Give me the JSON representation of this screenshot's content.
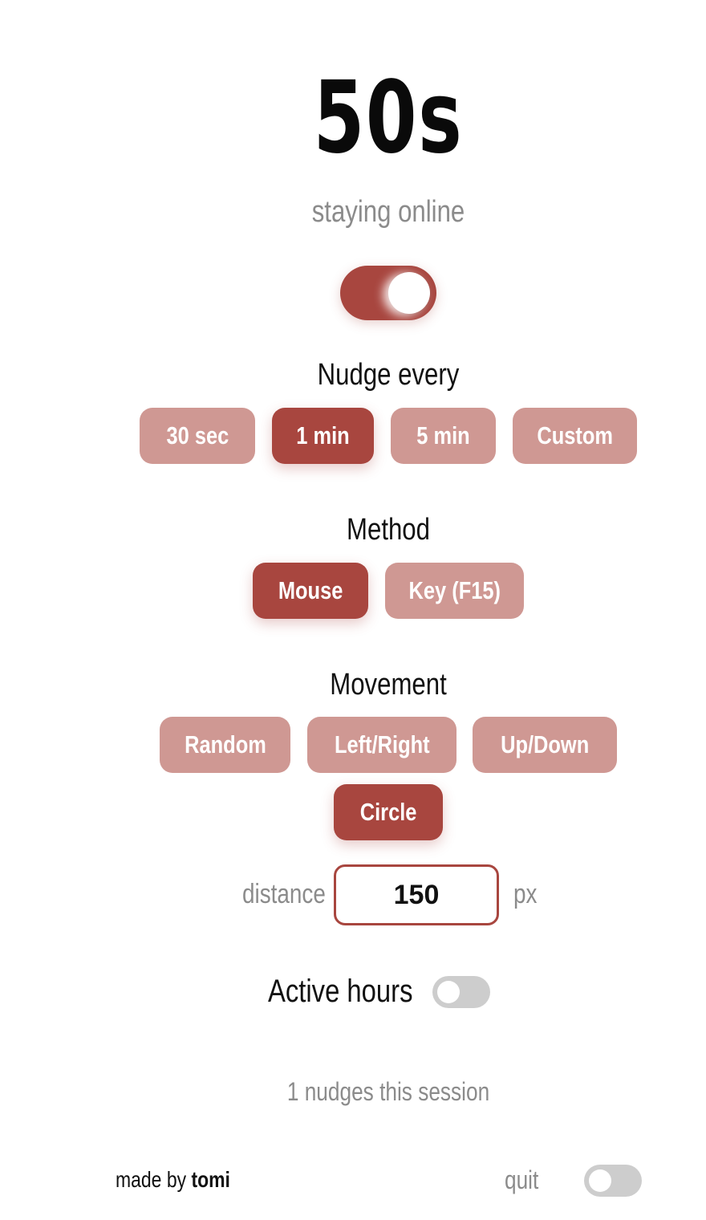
{
  "countdown": {
    "value": "50s",
    "status": "staying online"
  },
  "main_toggle": {
    "on": true
  },
  "nudge": {
    "title": "Nudge every",
    "options": [
      "30 sec",
      "1 min",
      "5 min",
      "Custom"
    ],
    "selected": "1 min"
  },
  "method": {
    "title": "Method",
    "options": [
      "Mouse",
      "Key (F15)"
    ],
    "selected": "Mouse"
  },
  "movement": {
    "title": "Movement",
    "options": [
      "Random",
      "Left/Right",
      "Up/Down",
      "Circle"
    ],
    "selected": "Circle",
    "distance_label": "distance",
    "distance_value": "150",
    "distance_unit": "px"
  },
  "active_hours": {
    "label": "Active hours",
    "on": false
  },
  "session": {
    "text": "1 nudges this session"
  },
  "footer": {
    "made_by": "made by",
    "author": "tomi",
    "quit_label": "quit",
    "quit_on": false
  },
  "colors": {
    "accent": "#a8463f",
    "accent_light": "#cf9893",
    "gray_text": "#8b8b8b",
    "toggle_off": "#cdcdcd"
  }
}
